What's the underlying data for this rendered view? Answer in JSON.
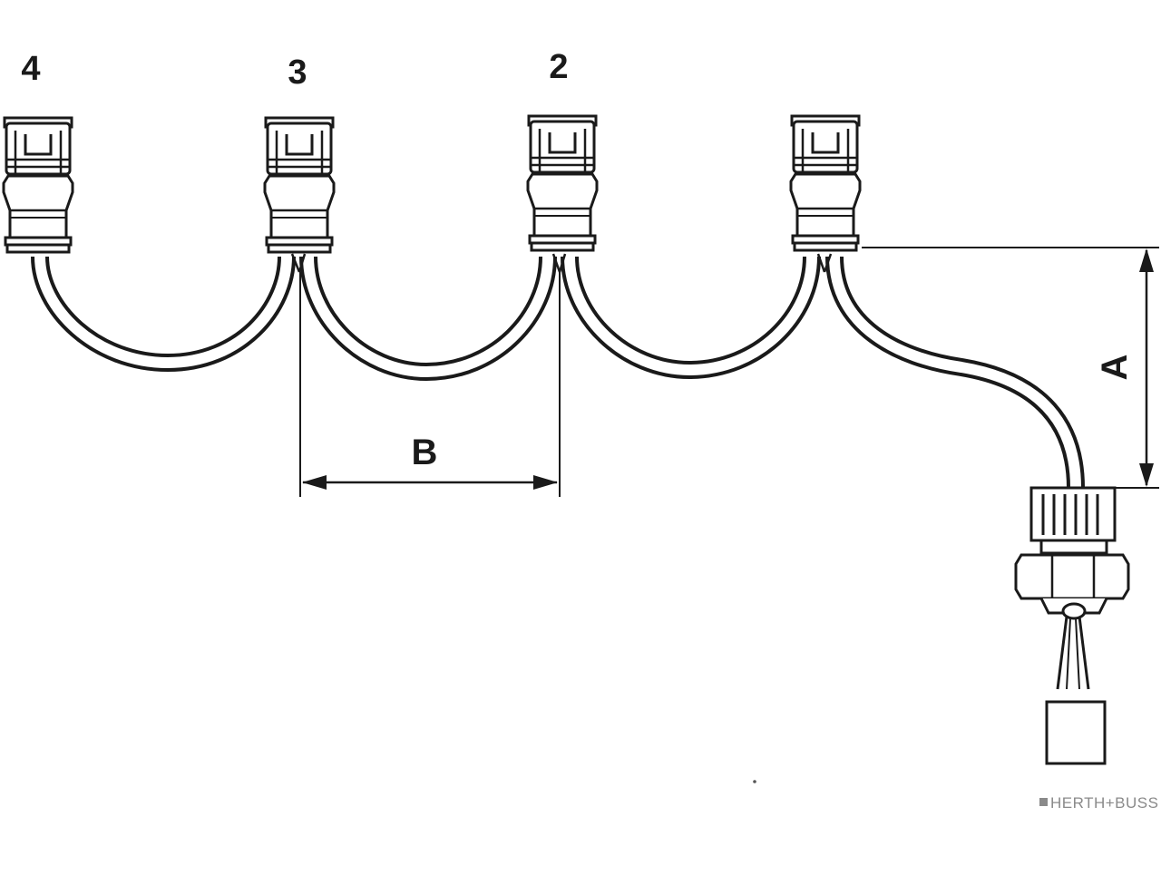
{
  "connectors": [
    {
      "id": "c4",
      "label": "4"
    },
    {
      "id": "c3",
      "label": "3"
    },
    {
      "id": "c2",
      "label": "2"
    },
    {
      "id": "c1",
      "label": ""
    }
  ],
  "dimensions": {
    "a": "A",
    "b": "B"
  },
  "brand": "HERTH+BUSS",
  "colors": {
    "line": "#1a1a1a",
    "paper": "#ffffff",
    "brand": "#8a8a8a"
  }
}
